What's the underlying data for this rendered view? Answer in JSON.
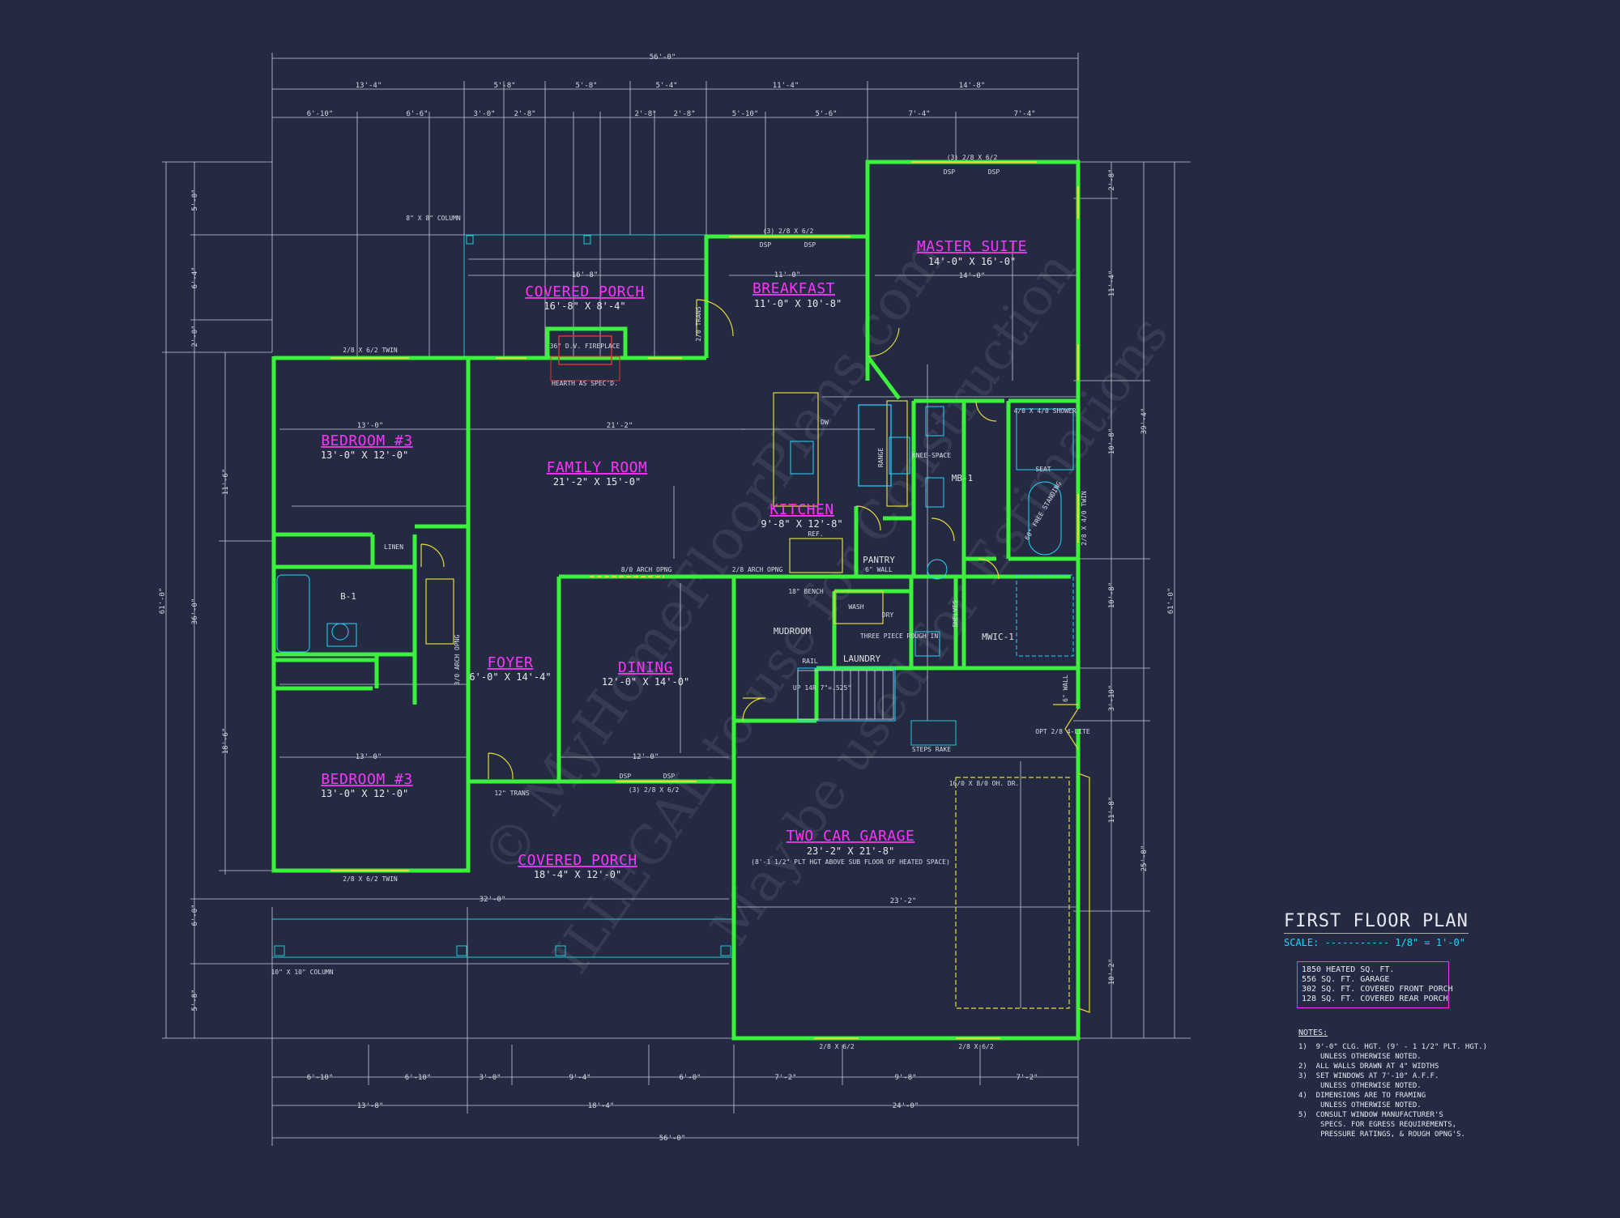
{
  "watermark": [
    "© MyHomeFloorPlans.com",
    "ILLEGAL to use for Construction",
    "May be used for Estimations"
  ],
  "overall_dims": {
    "top": "56'-0\"",
    "bottom": "56'-0\"",
    "left": "61'-0\"",
    "right": "61'-0\""
  },
  "top_dims_row1": [
    "13'-4\"",
    "5'-8\"",
    "5'-8\"",
    "5'-4\"",
    "11'-4\"",
    "14'-8\""
  ],
  "top_dims_row2": [
    "6'-10\"",
    "6'-6\"",
    "3'-0\"",
    "2'-8\"",
    "2'-8\"",
    "2'-8\"",
    "5'-10\"",
    "5'-6\"",
    "7'-4\"",
    "7'-4\""
  ],
  "bottom_dims_row1": [
    "6'-10\"",
    "6'-10\"",
    "3'-0\"",
    "9'-4\"",
    "6'-0\"",
    "7'-2\"",
    "9'-8\"",
    "7'-2\""
  ],
  "bottom_dims_row2": [
    "13'-8\"",
    "18'-4\"",
    "24'-0\""
  ],
  "left_dims": [
    "5'-0\"",
    "6'-4\"",
    "2'-0\"",
    "11'-6\"",
    "36'-0\"",
    "18'-6\"",
    "6'-0\"",
    "5'-8\""
  ],
  "right_dims": [
    "2'-8\"",
    "11'-4\"",
    "39'-4\"",
    "10'-8\"",
    "10'-8\"",
    "3'-10\"",
    "11'-8\"",
    "25'-8\"",
    "10'-2\""
  ],
  "rooms": {
    "master": {
      "name": "MASTER SUITE",
      "size": "14'-0\" X 16'-0\"",
      "dim": "14'-0\""
    },
    "breakfast": {
      "name": "BREAKFAST",
      "size": "11'-0\" X 10'-8\"",
      "dim": "11'-0\""
    },
    "covered_porch_rear": {
      "name": "COVERED PORCH",
      "size": "16'-8\" X 8'-4\"",
      "dim": "16'-8\""
    },
    "bedroom_top": {
      "name": "BEDROOM #3",
      "size": "13'-0\" X 12'-0\"",
      "dim": "13'-0\""
    },
    "family": {
      "name": "FAMILY ROOM",
      "size": "21'-2\" X 15'-0\"",
      "dim": "21'-2\""
    },
    "kitchen": {
      "name": "KITCHEN",
      "size": "9'-8\" X 12'-8\""
    },
    "foyer": {
      "name": "FOYER",
      "size": "6'-0\" X 14'-4\""
    },
    "dining": {
      "name": "DINING",
      "size": "12'-0\" X 14'-0\"",
      "dim": "12'-0\""
    },
    "bedroom_bottom": {
      "name": "BEDROOM #3",
      "size": "13'-0\" X 12'-0\"",
      "dim": "13'-0\""
    },
    "covered_porch_front": {
      "name": "COVERED PORCH",
      "size": "18'-4\" X 12'-0\"",
      "dim": "32'-0\""
    },
    "garage": {
      "name": "TWO CAR GARAGE",
      "size": "23'-2\" X 21'-8\"",
      "note": "(8'-1 1/2\" PLT HGT ABOVE SUB FLOOR OF HEATED SPACE)",
      "dim": "23'-2\""
    }
  },
  "labels": {
    "pantry": "PANTRY",
    "pantry_wall": "6\" WALL",
    "mudroom": "MUDROOM",
    "laundry": "LAUNDRY",
    "mb1": "MB-1",
    "mwic1": "MWIC-1",
    "b1": "B-1",
    "linen": "LINEN",
    "wash": "WASH",
    "dry": "DRY",
    "bench": "18\" BENCH",
    "ref": "REF.",
    "dw": "DW",
    "range": "RANGE",
    "knee_space": "KNEE-SPACE",
    "shower": "4/0 X 4/0 SHOWER",
    "seat": "SEAT",
    "tub": "60\" FREE STANDING",
    "fireplace": "36\" D.V. FIREPLACE",
    "hearth": "HEARTH AS SPEC'D.",
    "column_top": "8\" X 8\" COLUMN",
    "column_bottom": "10\" X 10\" COLUMN",
    "ohd": "16/0 X 8/0 OH. DR.",
    "steps": "STEPS RAKE",
    "three_piece": "THREE PIECE ROUGH IN",
    "rail": "RAIL",
    "up": "UP 14R 7\"=.525\"",
    "trans_top": "2/0 TRANS",
    "trans_front": "12\" TRANS",
    "shelves": "SHELVES",
    "twin_top": "2/8 X 6/2 TWIN",
    "twin_bottom": "2/8 X 6/2 TWIN",
    "twin_right": "2/8 X 4/0 TWIN",
    "arch_dining": "8/0 ARCH OPNG",
    "arch_kitchen": "2/8 ARCH OPNG",
    "arch_foyer": "3/0 ARCH OPNG",
    "wall_6": "6\" WALL",
    "opt_door": "OPT 2/8 4-LITE",
    "win_top": "(3) 2/8 X 6/2",
    "win_breakfast": "(3) 2/8 X 6/2",
    "win_dining": "(3) 2/8 X 6/2",
    "dsp": "DSP",
    "garage_win1": "2/8 X 6/2",
    "garage_win2": "2/8 X 6/2"
  },
  "title_block": {
    "title": "FIRST FLOOR PLAN",
    "scale": "SCALE: ----------- 1/8\" = 1'-0\"",
    "areas": [
      "1850 HEATED SQ. FT.",
      "556 SQ. FT. GARAGE",
      "302 SQ. FT. COVERED FRONT PORCH",
      "128 SQ. FT. COVERED REAR PORCH"
    ]
  },
  "notes": {
    "title": "NOTES:",
    "items": [
      "1)  9'-0\" CLG. HGT. (9' - 1 1/2\" PLT. HGT.)",
      "     UNLESS OTHERWISE NOTED.",
      "2)  ALL WALLS DRAWN AT 4\" WIDTHS",
      "3)  SET WINDOWS AT 7'-10\" A.F.F.",
      "     UNLESS OTHERWISE NOTED.",
      "4)  DIMENSIONS ARE TO FRAMING",
      "     UNLESS OTHERWISE NOTED.",
      "5)  CONSULT WINDOW MANUFACTURER'S",
      "     SPECS. FOR EGRESS REQUIREMENTS,",
      "     PRESSURE RATINGS, & ROUGH OPNG'S."
    ]
  }
}
